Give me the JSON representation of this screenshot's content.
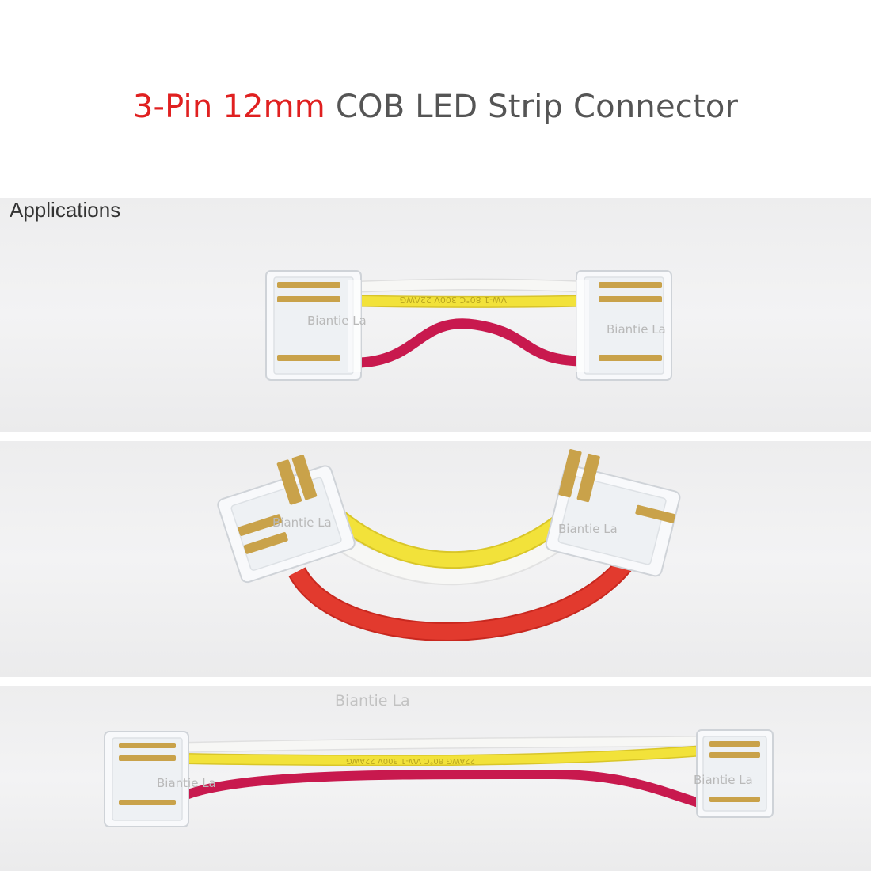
{
  "title": {
    "highlight": "3-Pin 12mm",
    "rest": "COB LED Strip Connector",
    "highlight_color": "#e02020"
  },
  "section_label": "Applications",
  "watermark": "Biantie La",
  "wire_colors": {
    "white": "#f4f4f2",
    "yellow": "#f2e23a",
    "pink": "#c8194e",
    "red": "#e23a2e"
  },
  "wire_print": {
    "panel1": "VW-1 80°C 300V 22AWG",
    "panel3": "22AWG 80°C VW-1 300V 22AWG"
  }
}
